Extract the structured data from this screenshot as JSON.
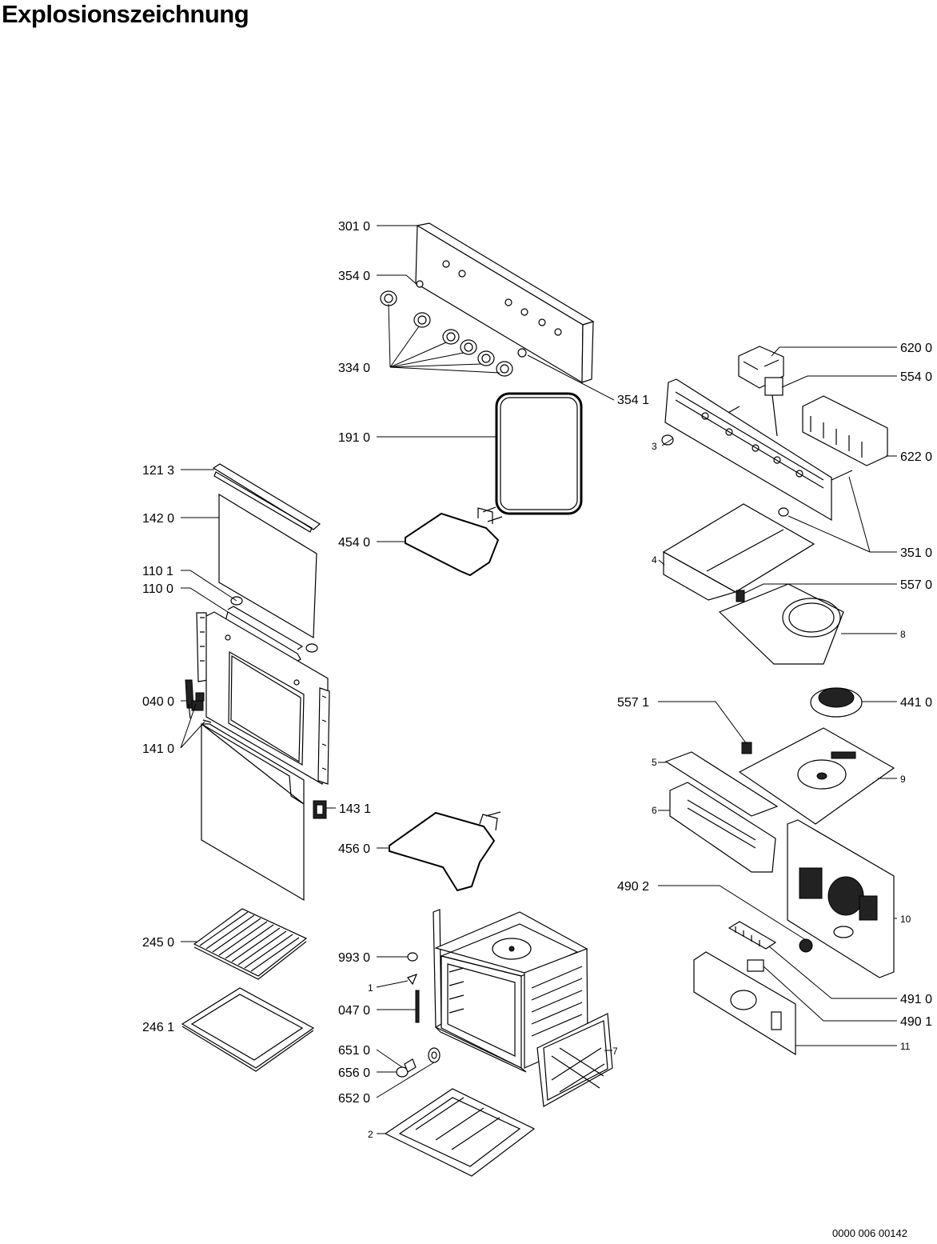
{
  "title": "Explosionszeichnung",
  "document_number": "0000 006 00142",
  "callouts": [
    {
      "id": "c3010",
      "label": "301 0"
    },
    {
      "id": "c3540",
      "label": "354 0"
    },
    {
      "id": "c3340",
      "label": "334 0"
    },
    {
      "id": "c3541",
      "label": "354 1"
    },
    {
      "id": "c1910",
      "label": "191 0"
    },
    {
      "id": "c1213",
      "label": "121 3"
    },
    {
      "id": "c1420",
      "label": "142 0"
    },
    {
      "id": "c4540",
      "label": "454 0"
    },
    {
      "id": "c1101",
      "label": "110 1"
    },
    {
      "id": "c1100",
      "label": "110 0"
    },
    {
      "id": "c0400",
      "label": "040 0"
    },
    {
      "id": "c1410",
      "label": "141 0"
    },
    {
      "id": "c1431",
      "label": "143 1"
    },
    {
      "id": "c4560",
      "label": "456 0"
    },
    {
      "id": "c2450",
      "label": "245 0"
    },
    {
      "id": "c9930",
      "label": "993 0"
    },
    {
      "id": "c1",
      "label": "1"
    },
    {
      "id": "c0470",
      "label": "047 0"
    },
    {
      "id": "c2461",
      "label": "246 1"
    },
    {
      "id": "c6510",
      "label": "651 0"
    },
    {
      "id": "c6560",
      "label": "656 0"
    },
    {
      "id": "c6520",
      "label": "652 0"
    },
    {
      "id": "c2",
      "label": "2"
    },
    {
      "id": "c6200",
      "label": "620 0"
    },
    {
      "id": "c5540",
      "label": "554 0"
    },
    {
      "id": "c6220",
      "label": "622 0"
    },
    {
      "id": "c3",
      "label": "3"
    },
    {
      "id": "c3510",
      "label": "351 0"
    },
    {
      "id": "c4",
      "label": "4"
    },
    {
      "id": "c5570",
      "label": "557 0"
    },
    {
      "id": "c8",
      "label": "8"
    },
    {
      "id": "c5571",
      "label": "557 1"
    },
    {
      "id": "c4410",
      "label": "441 0"
    },
    {
      "id": "c5",
      "label": "5"
    },
    {
      "id": "c9",
      "label": "9"
    },
    {
      "id": "c6",
      "label": "6"
    },
    {
      "id": "c4902",
      "label": "490 2"
    },
    {
      "id": "c10",
      "label": "10"
    },
    {
      "id": "c4910",
      "label": "491 0"
    },
    {
      "id": "c4901",
      "label": "490 1"
    },
    {
      "id": "c7",
      "label": "7"
    },
    {
      "id": "c11",
      "label": "11"
    }
  ]
}
